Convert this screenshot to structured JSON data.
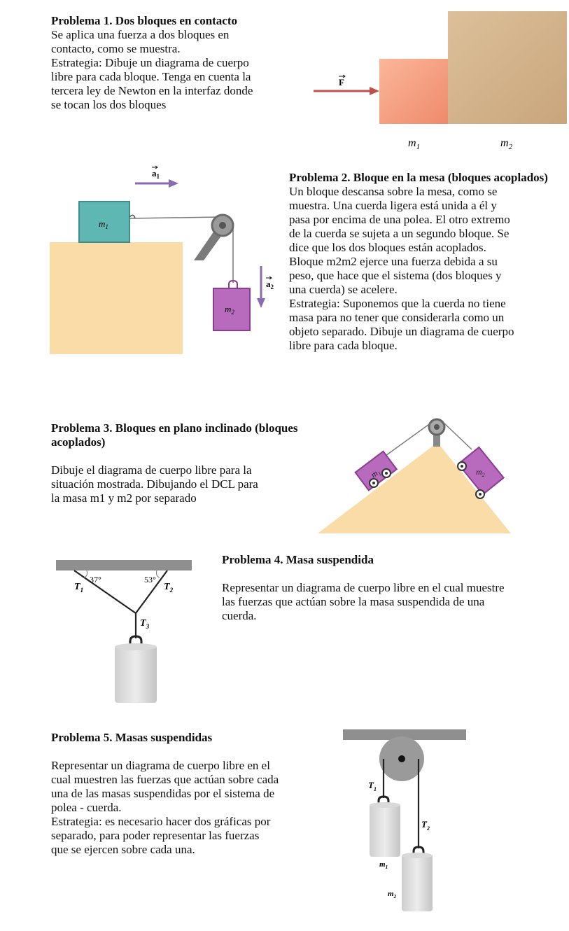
{
  "problems": [
    {
      "title": "Problema 1. Dos bloques en contacto",
      "lines": [
        "Se aplica una fuerza a dos bloques en",
        "contacto, como se muestra.",
        "Estrategia: Dibuje un diagrama de cuerpo",
        "libre para cada bloque. Tenga en cuenta la",
        "tercera ley de Newton en la interfaz donde",
        "se tocan los dos bloques"
      ]
    },
    {
      "title": "Problema 2. Bloque en la mesa (bloques acoplados)",
      "lines": [
        "Un bloque descansa sobre la mesa, como se",
        "muestra. Una cuerda ligera está unida a él y",
        "pasa por encima de una polea. El otro extremo",
        "de la cuerda se sujeta a un segundo bloque. Se",
        "dice que los dos bloques están acoplados.",
        "Bloque m2m2 ejerce una fuerza debida a su",
        "peso, que hace que el sistema (dos bloques y",
        "una cuerda) se acelere.",
        "Estrategia: Suponemos que la cuerda no tiene",
        "masa para no tener que considerarla como un",
        "objeto separado. Dibuje un diagrama de cuerpo",
        "libre para cada bloque."
      ]
    },
    {
      "title": "Problema 3. Bloques en plano inclinado (bloques acoplados)",
      "lines": [
        "Dibuje el diagrama de cuerpo libre para la",
        "situación mostrada. Dibujando el DCL para",
        "la masa m1  y m2 por separado"
      ]
    },
    {
      "title": "Problema 4. Masa suspendida",
      "lines": [
        "Representar un diagrama de cuerpo libre en el cual muestre",
        "las fuerzas que actúan sobre la masa suspendida de una",
        "cuerda."
      ]
    },
    {
      "title": "Problema 5. Masas suspendidas",
      "lines": [
        "Representar un diagrama de cuerpo libre en el",
        "cual muestren las fuerzas que actúan sobre cada",
        "una de las masas suspendidas por el sistema de",
        "polea - cuerda.",
        "Estrategia: es necesario hacer dos gráficas por",
        "separado, para poder representar las fuerzas",
        "que se ejercen sobre cada una."
      ]
    }
  ],
  "figures": {
    "fig1": {
      "force": "F",
      "mass1": "m",
      "mass1_sub": "1",
      "mass2": "m",
      "mass2_sub": "2"
    },
    "fig2": {
      "accel1": "a",
      "accel1_sub": "1",
      "accel2": "a",
      "accel2_sub": "2",
      "mass1": "m",
      "mass1_sub": "1",
      "mass2": "m",
      "mass2_sub": "2"
    },
    "fig3": {
      "mass1": "m",
      "mass1_sub": "1",
      "mass2": "m",
      "mass2_sub": "2"
    },
    "fig4": {
      "angle1": "37°",
      "angle2": "53°",
      "t1": "T",
      "t1_sub": "1",
      "t2": "T",
      "t2_sub": "2",
      "t3": "T",
      "t3_sub": "3"
    },
    "fig5": {
      "t1": "T",
      "t1_sub": "1",
      "t2": "T",
      "t2_sub": "2",
      "mass1": "m",
      "mass1_sub": "1",
      "mass2": "m",
      "mass2_sub": "2"
    }
  },
  "colors": {
    "table": "#f9dca7",
    "block_teal": "#5fb7b3",
    "block_purple": "#b86bbc",
    "force_arrow": "#c0504d",
    "accel_arrow": "#8a6ab0"
  }
}
